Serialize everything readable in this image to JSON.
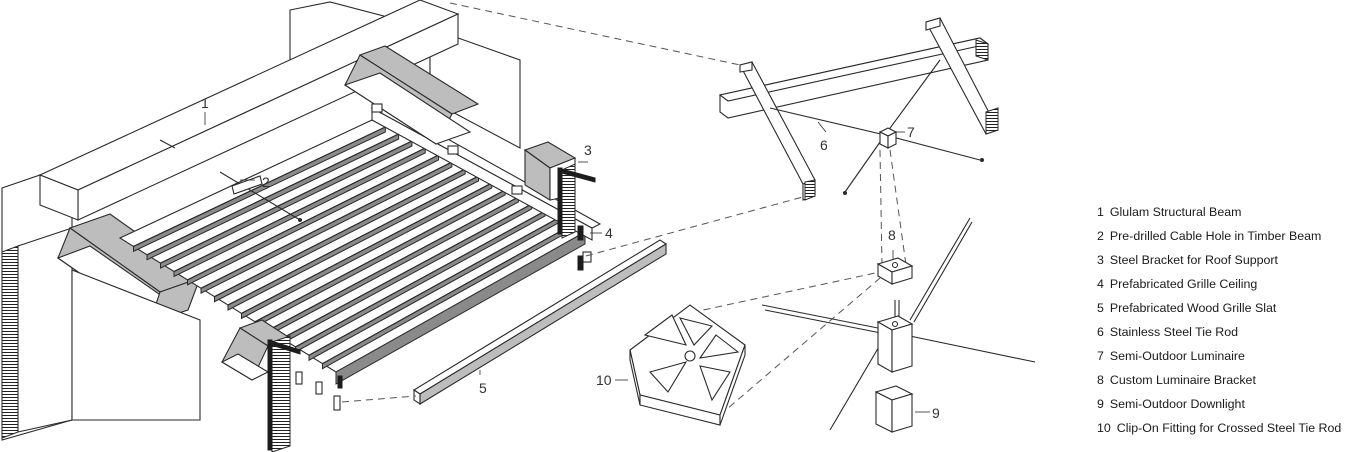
{
  "callouts": {
    "c1": "1",
    "c2": "2",
    "c3": "3",
    "c4": "4",
    "c5": "5",
    "c6": "6",
    "c7": "7",
    "c8": "8",
    "c9": "9",
    "c10": "10"
  },
  "legend": [
    {
      "num": "1",
      "label": "Glulam Structural Beam"
    },
    {
      "num": "2",
      "label": "Pre-drilled Cable Hole in Timber Beam"
    },
    {
      "num": "3",
      "label": "Steel Bracket for Roof Support"
    },
    {
      "num": "4",
      "label": "Prefabricated Grille Ceiling"
    },
    {
      "num": "5",
      "label": "Prefabricated Wood Grille Slat"
    },
    {
      "num": "6",
      "label": "Stainless Steel Tie Rod"
    },
    {
      "num": "7",
      "label": "Semi-Outdoor Luminaire"
    },
    {
      "num": "8",
      "label": "Custom Luminaire Bracket"
    },
    {
      "num": "9",
      "label": "Semi-Outdoor Downlight"
    },
    {
      "num": "10",
      "label": "Clip-On Fitting for Crossed Steel Tie Rod"
    }
  ]
}
